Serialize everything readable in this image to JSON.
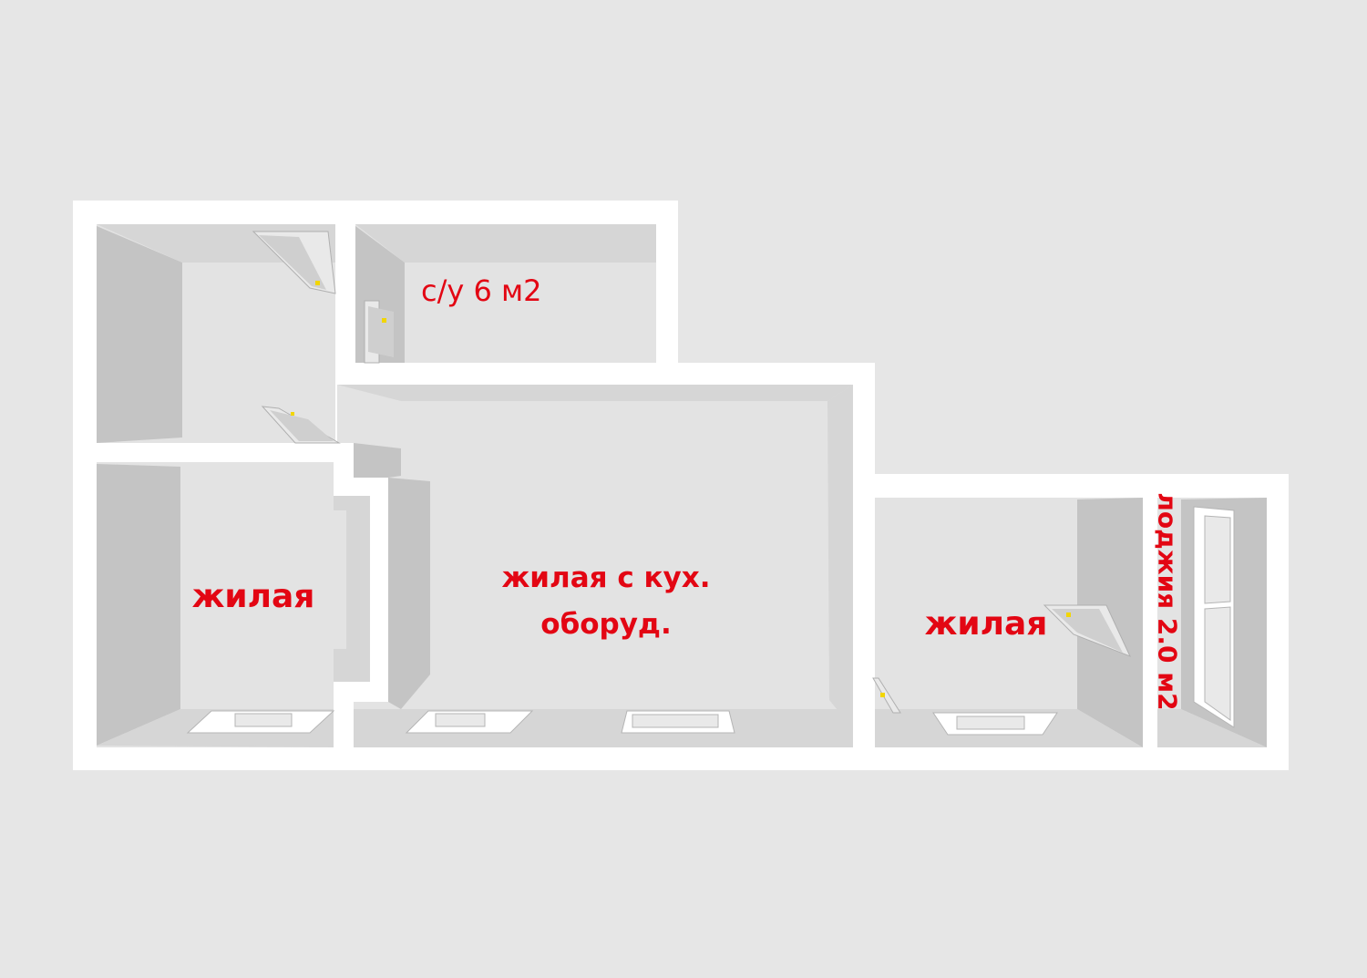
{
  "colors": {
    "background": "#e6e6e6",
    "walls": "#ffffff",
    "floor": "#e3e3e3",
    "wall_shade": "#c4c4c4",
    "wall_side": "#d6d6d6",
    "label": "#e30613",
    "handle": "#f2d600"
  },
  "rooms": {
    "bathroom": {
      "label": "с/у 6 м2"
    },
    "living_left": {
      "label": "жилая"
    },
    "living_kitchen": {
      "line1": "жилая с кух.",
      "line2": "оборуд."
    },
    "living_right": {
      "label": "жилая"
    },
    "loggia": {
      "label": "лоджия 2.0 м2"
    }
  }
}
